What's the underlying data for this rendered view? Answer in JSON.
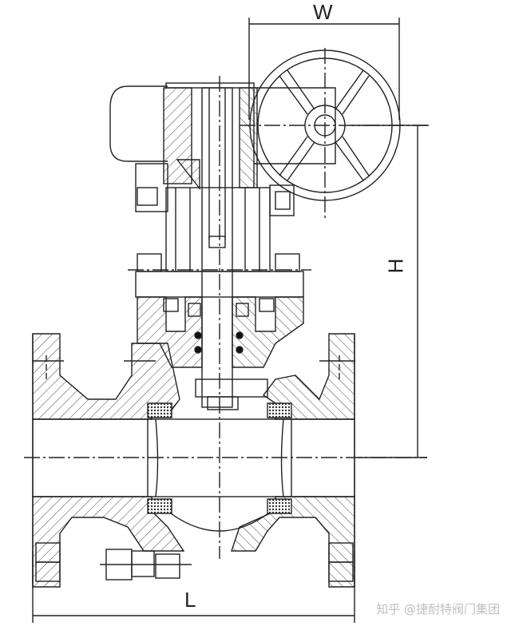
{
  "dimensions": {
    "width_label": "W",
    "height_label": "H",
    "length_label": "L"
  },
  "watermark": "知乎 @捷耐特阀门集团",
  "palette": {
    "line": "#222222",
    "hatch": "#444444",
    "background": "#ffffff",
    "seat": "#555555"
  }
}
